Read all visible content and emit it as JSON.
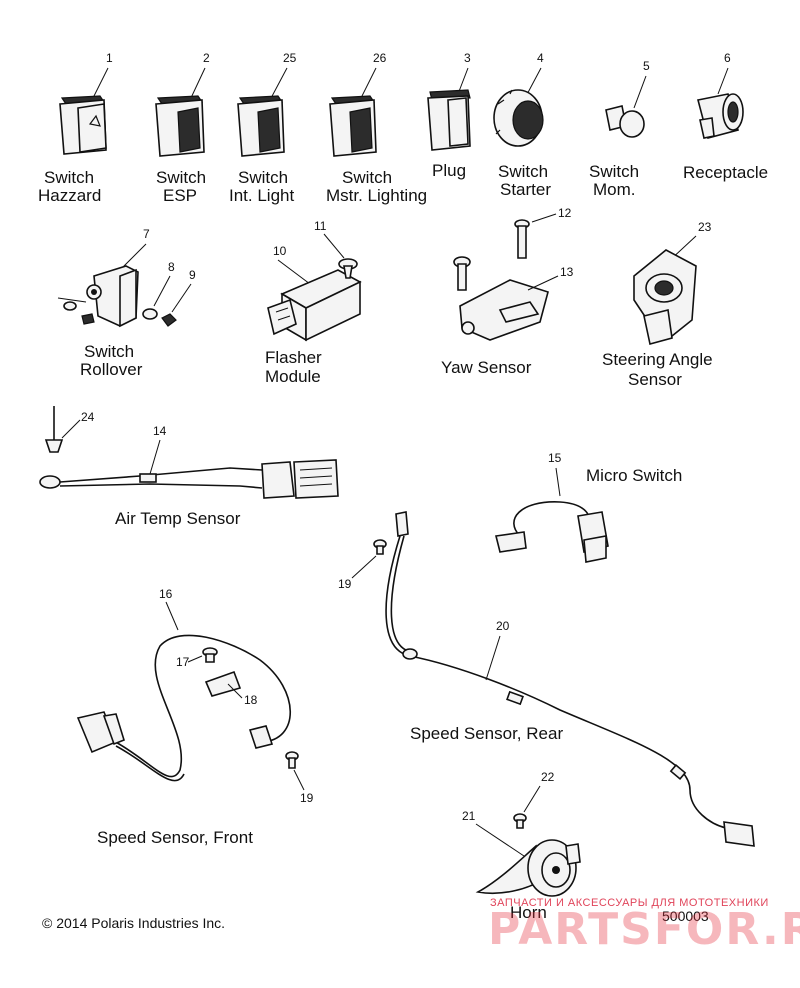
{
  "parts": {
    "switch_hazzard": {
      "number": "1",
      "label_line1": "Switch",
      "label_line2": "Hazzard"
    },
    "switch_esp": {
      "number": "2",
      "label_line1": "Switch",
      "label_line2": "ESP"
    },
    "switch_int_light": {
      "number": "25",
      "label_line1": "Switch",
      "label_line2": "Int. Light"
    },
    "switch_mstr_lighting": {
      "number": "26",
      "label_line1": "Switch",
      "label_line2": "Mstr. Lighting"
    },
    "plug": {
      "number": "3",
      "label": "Plug"
    },
    "switch_starter": {
      "number": "4",
      "label_line1": "Switch",
      "label_line2": "Starter"
    },
    "switch_mom": {
      "number": "5",
      "label_line1": "Switch",
      "label_line2": "Mom."
    },
    "receptacle": {
      "number": "6",
      "label": "Receptacle"
    },
    "switch_rollover": {
      "numbers": [
        "7",
        "8",
        "9"
      ],
      "label_line1": "Switch",
      "label_line2": "Rollover"
    },
    "flasher_module": {
      "numbers": [
        "10",
        "11"
      ],
      "label_line1": "Flasher",
      "label_line2": "Module"
    },
    "yaw_sensor": {
      "numbers": [
        "12",
        "13"
      ],
      "label": "Yaw Sensor"
    },
    "steering_angle_sensor": {
      "number": "23",
      "label_line1": "Steering Angle",
      "label_line2": "Sensor"
    },
    "air_temp_sensor": {
      "numbers": [
        "24",
        "14"
      ],
      "label": "Air Temp Sensor"
    },
    "micro_switch": {
      "number": "15",
      "label": "Micro Switch"
    },
    "speed_sensor_front": {
      "numbers": [
        "16",
        "17",
        "18",
        "19"
      ],
      "label": "Speed Sensor, Front"
    },
    "speed_sensor_rear": {
      "numbers": [
        "19",
        "20"
      ],
      "label": "Speed Sensor, Rear"
    },
    "horn": {
      "numbers": [
        "21",
        "22"
      ],
      "label": "Horn"
    }
  },
  "footer": {
    "copyright": "© 2014 Polaris Industries Inc.",
    "drawing_number": "500003"
  },
  "watermark": {
    "tagline": "ЗАПЧАСТИ И АКСЕССУАРЫ ДЛЯ МОТОТЕХНИКИ",
    "brand": "PARTSFOR.RU"
  },
  "colors": {
    "line": "#111111",
    "watermark": "#e6323f"
  }
}
